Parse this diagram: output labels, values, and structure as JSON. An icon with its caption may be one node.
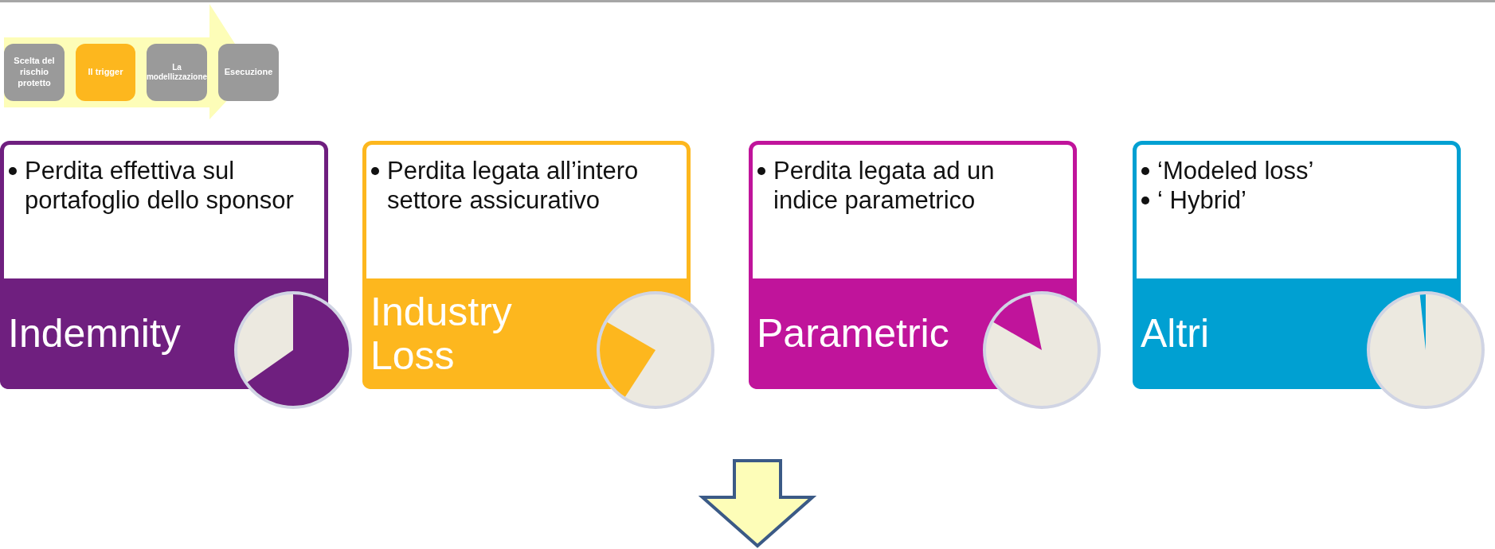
{
  "diagram": {
    "nodes": [
      {
        "text": [
          "Scelta del rischio protetto"
        ]
      },
      {
        "text": [
          "Il trigger"
        ]
      },
      {
        "text": [
          "La modellizzazione"
        ]
      },
      {
        "text": [
          "Esecuzione"
        ]
      },
      {
        "text": [
          "Perdita effettiva sul portafoglio dello sponsor",
          "Indemnity"
        ]
      },
      {
        "text": [
          "Perdita legata all’intero settore assicurativo",
          "Industry Loss"
        ]
      },
      {
        "text": [
          "Perdita legata ad un indice parametrico",
          "Parametric"
        ]
      },
      {
        "text": [
          "‘Modeled loss’",
          "‘ Hybrid’",
          "Altri"
        ]
      }
    ],
    "edges": [
      {
        "from": 0,
        "to": 3,
        "arrow": "to"
      }
    ]
  }
}
